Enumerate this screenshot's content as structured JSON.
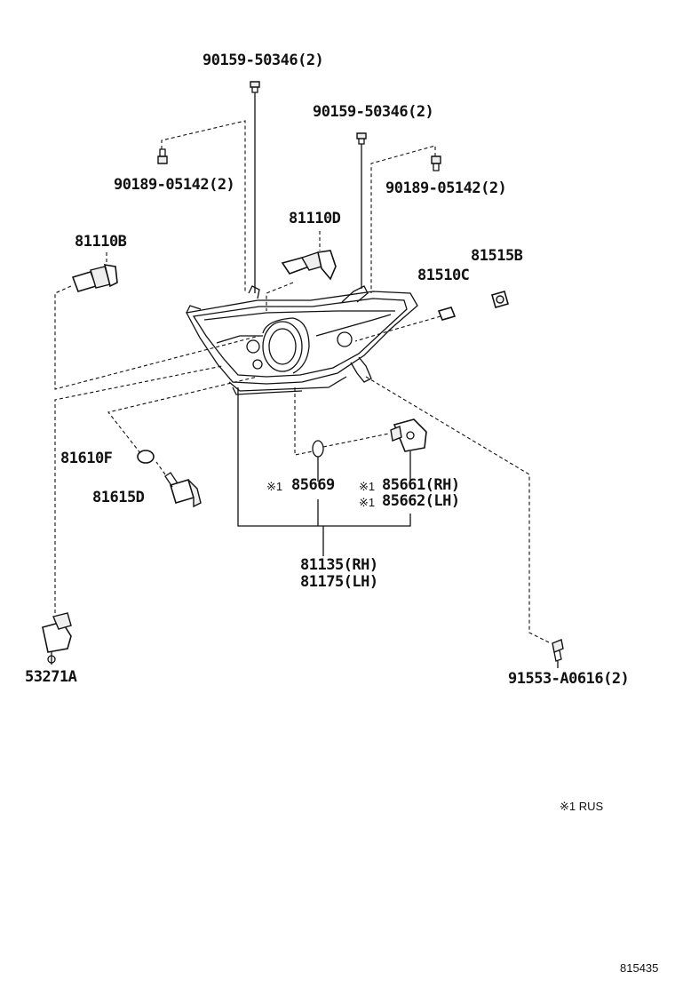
{
  "labels": {
    "bolt_top_left": "90159-50346(2)",
    "bolt_top_right": "90159-50346(2)",
    "screw_left": "90189-05142(2)",
    "screw_right": "90189-05142(2)",
    "bulb_81110D": "81110D",
    "bulb_81110B": "81110B",
    "socket_81515B": "81515B",
    "bulb_81510C": "81510C",
    "bulb_81610F": "81610F",
    "socket_81615D": "81615D",
    "gasket_85669": "85669",
    "ballast_rh": "85661(RH)",
    "ballast_lh": "85662(LH)",
    "assy_rh": "81135(RH)",
    "assy_lh": "81175(LH)",
    "actuator": "53271A",
    "clip": "91553-A0616(2)",
    "note_mark": "※1",
    "footnote": "※1 RUS",
    "diagram_id": "815435"
  },
  "icons": [
    "bolt-icon",
    "screw-icon",
    "headlamp-bulb-icon",
    "socket-icon",
    "wedge-bulb-icon",
    "gasket-icon",
    "ballast-icon",
    "actuator-icon",
    "clip-icon",
    "headlamp-housing-icon"
  ]
}
